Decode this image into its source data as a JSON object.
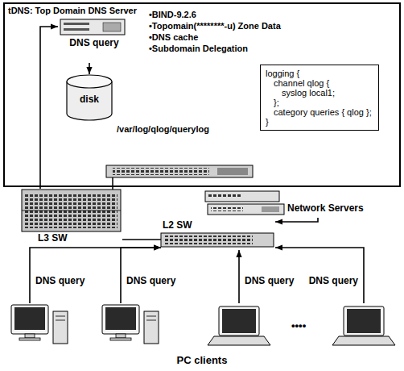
{
  "diagram": {
    "nodes": [
      {
        "text": [
          "tDNS: Top Domain DNS Server"
        ]
      },
      {
        "text": [
          "DNS query"
        ],
        "in": 0
      },
      {
        "text": [
          "disk"
        ],
        "in": 0
      },
      {
        "text": [
          "logging {",
          "channel qlog {",
          "syslog local1;",
          "};",
          "category queries { qlog };",
          "}"
        ],
        "in": 0
      },
      {
        "text": [
          "L3 SW"
        ]
      },
      {
        "text": [
          "Network Servers"
        ]
      },
      {
        "text": [
          "L2 SW"
        ]
      },
      {
        "text": [
          "PC clients"
        ]
      }
    ],
    "edges": [
      {
        "from": 4,
        "to": 1,
        "arrow": "to"
      },
      {
        "from": 1,
        "to": 2,
        "arrow": "to"
      },
      {
        "from": 6,
        "to": 4,
        "arrow": "none"
      },
      {
        "from": 5,
        "to": 6,
        "arrow": "to"
      },
      {
        "from": 7,
        "to": 6,
        "label": "DNS query",
        "arrow": "to"
      },
      {
        "from": 7,
        "to": 6,
        "label": "DNS query",
        "arrow": "to"
      },
      {
        "from": 7,
        "to": 6,
        "label": "DNS query",
        "arrow": "to"
      },
      {
        "from": 7,
        "to": 6,
        "label": "DNS query",
        "arrow": "to"
      }
    ],
    "labels": [
      "•BIND-9.2.6",
      "•Topomain(********-u) Zone Data",
      "•DNS cache",
      "•Subdomain Delegation",
      "/var/log/qlog/querylog",
      "••••"
    ]
  }
}
